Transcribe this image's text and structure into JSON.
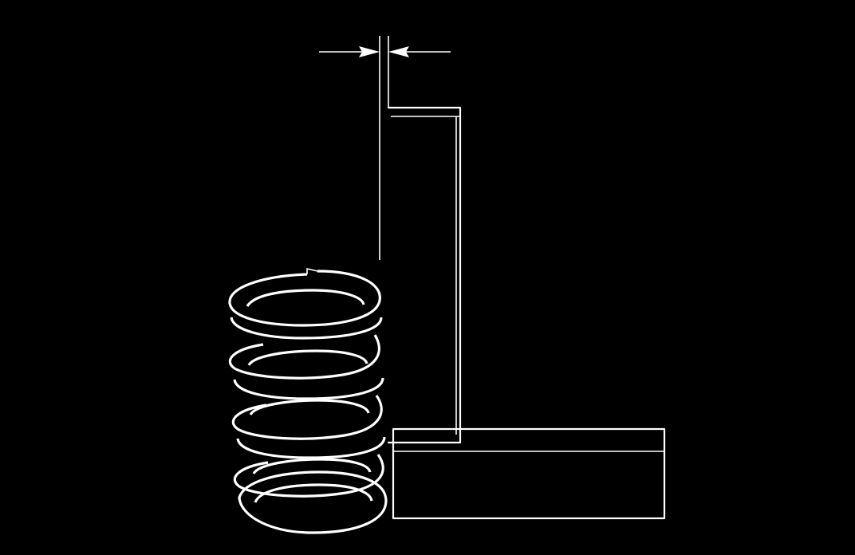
{
  "figure": {
    "subject": "valve-spring-squareness-check",
    "colors": {
      "background": "#000000",
      "line": "#ffffff"
    },
    "parts": [
      "coil-spring",
      "steel-square",
      "dimension-arrows"
    ],
    "spring_coil_count": 5,
    "labels": []
  }
}
